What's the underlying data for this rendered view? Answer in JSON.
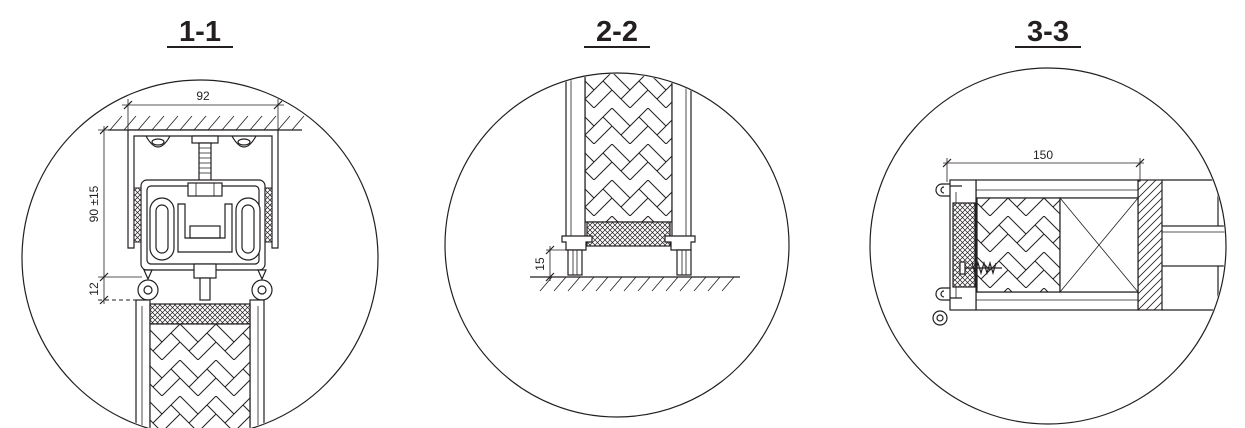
{
  "views": [
    {
      "label": "1-1",
      "dimensions": {
        "width": "92",
        "height": "90 ±15",
        "clearance": "12"
      }
    },
    {
      "label": "2-2",
      "dimensions": {
        "clearance": "15"
      }
    },
    {
      "label": "3-3",
      "dimensions": {
        "width": "150"
      }
    }
  ]
}
